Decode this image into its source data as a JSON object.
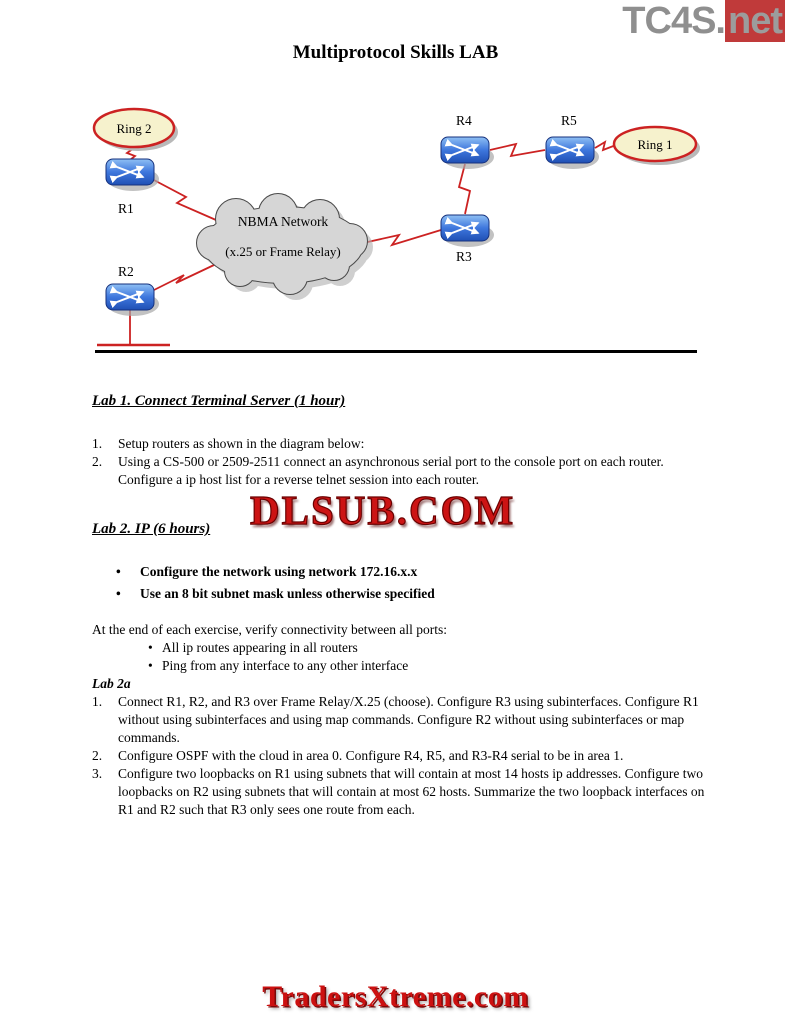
{
  "header": {
    "site_logo_main": "TC4S.",
    "site_logo_suffix": "net",
    "title": "Multiprotocol Skills LAB"
  },
  "diagram": {
    "ring2_label": "Ring 2",
    "ring1_label": "Ring 1",
    "cloud_line1": "NBMA Network",
    "cloud_line2": "(x.25 or Frame Relay)",
    "r1_label": "R1",
    "r2_label": "R2",
    "r3_label": "R3",
    "r4_label": "R4",
    "r5_label": "R5"
  },
  "colors": {
    "link_red": "#cc2222",
    "router_blue": "#2c63cc",
    "ring_fill": "#f6f2cd",
    "logo_red": "#cc1414"
  },
  "watermark": "DLSUB.COM",
  "footer_logo": "TradersXtreme.com",
  "lab1": {
    "heading": "Lab 1.  Connect Terminal Server (1 hour)",
    "items": [
      {
        "num": "1.",
        "text": "Setup routers as shown in the diagram below:"
      },
      {
        "num": "2.",
        "text": "Using a CS-500 or 2509-2511 connect an asynchronous serial port to the console port on each router.  Configure a ip host list for a reverse telnet session into each router."
      }
    ]
  },
  "lab2": {
    "heading": "Lab 2.  IP (6 hours)",
    "bullets": [
      "Configure the network using network 172.16.x.x",
      "Use an 8 bit subnet mask unless otherwise specified"
    ],
    "verify_intro": "At the end of each exercise, verify connectivity between all ports:",
    "verify_bullets": [
      "All ip routes appearing in all routers",
      "Ping from any interface to any other interface"
    ],
    "lab2a_heading": "Lab 2a",
    "lab2a_items": [
      {
        "num": "1.",
        "text": "Connect R1, R2, and R3 over Frame Relay/X.25 (choose).  Configure R3 using subinterfaces.  Configure R1 without using subinterfaces and using map commands.  Configure R2 without using subinterfaces or map commands."
      },
      {
        "num": "2.",
        "text": "Configure OSPF with the cloud in area 0.  Configure R4, R5, and R3-R4  serial to be in area 1."
      },
      {
        "num": "3.",
        "text": "Configure two loopbacks on R1 using subnets that will contain at most 14 hosts ip addresses.  Configure two loopbacks on R2 using subnets that will contain at most 62 hosts. Summarize the two loopback interfaces on R1 and R2 such that  R3 only sees one route from each."
      }
    ]
  }
}
